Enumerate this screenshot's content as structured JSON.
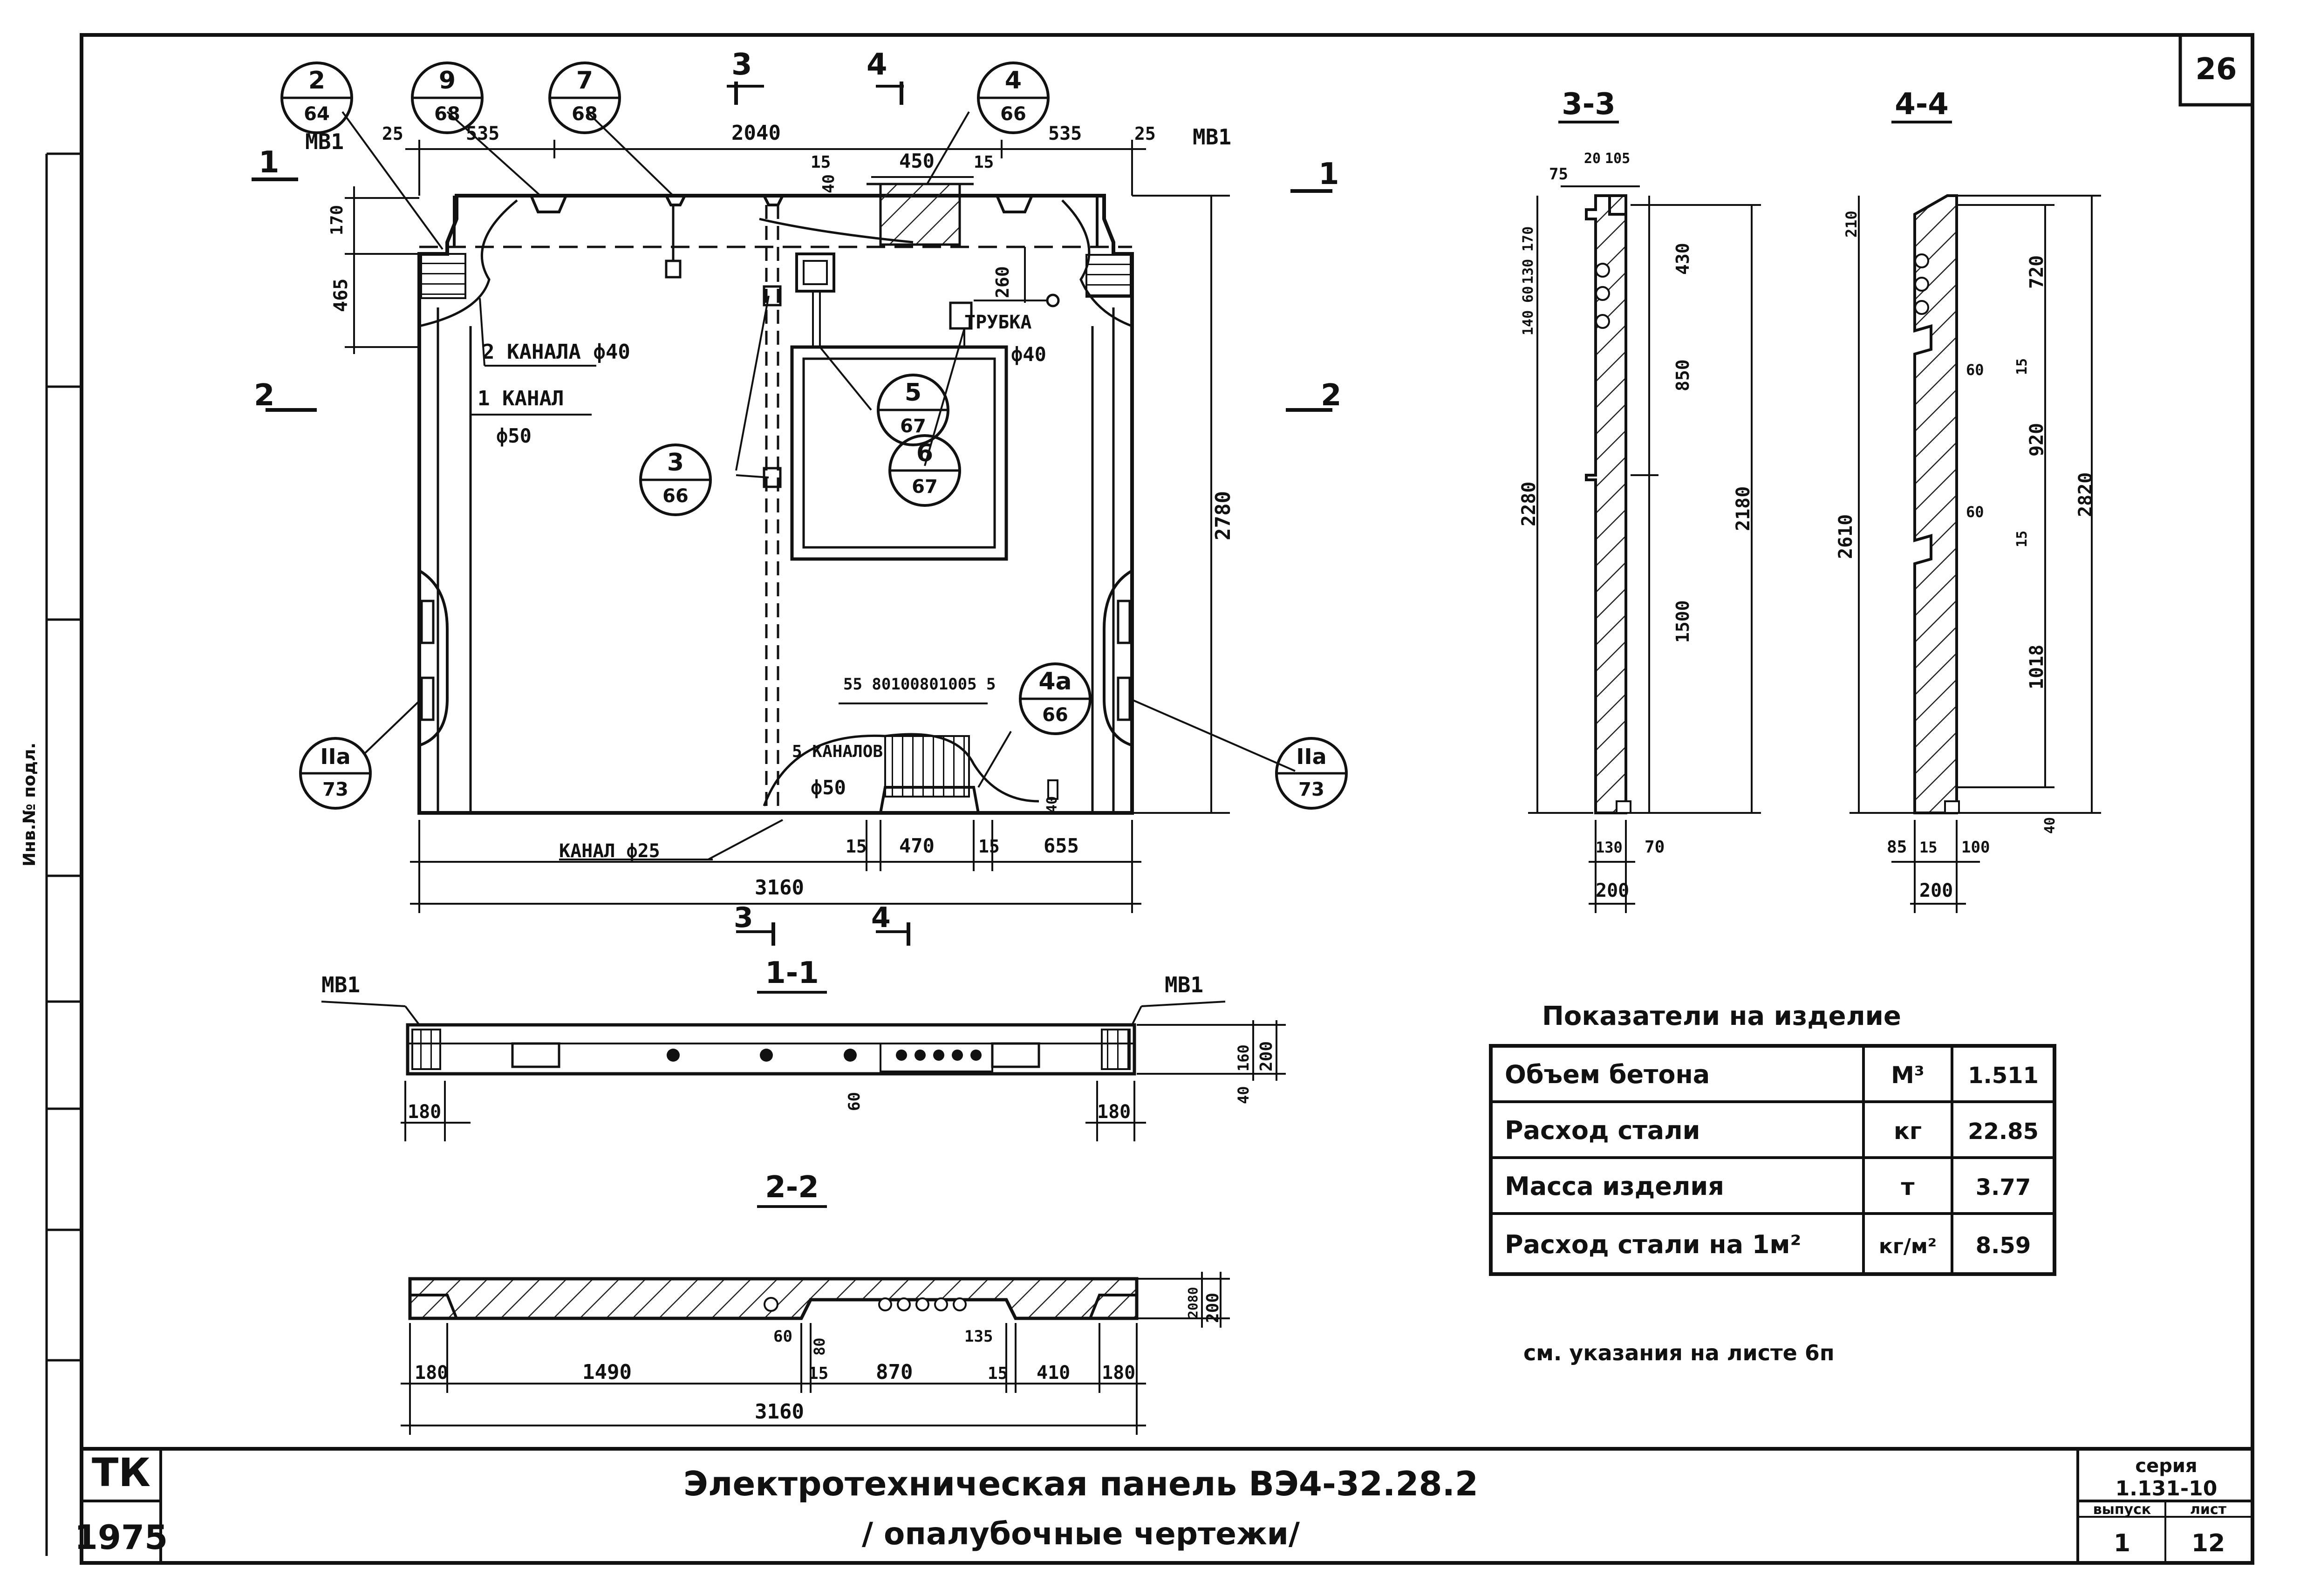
{
  "sheet": {
    "page_number": "26",
    "title_line1": "Электротехническая   панель   ВЭ4-32.28.2",
    "title_line2": "/ опалубочные чертежи/",
    "stamp_tk": "ТК",
    "stamp_year": "1975",
    "series_label": "серия",
    "series_value": "1.131-10",
    "issue_label": "выпуск",
    "issue_value": "1",
    "sheet_label": "лист",
    "sheet_value": "12",
    "side_text": "Инв.№ подл."
  },
  "elevation": {
    "mb_left": "МВ1",
    "mb_right": "МВ1",
    "dims": {
      "d25a": "25",
      "d535a": "535",
      "d2040": "2040",
      "d535b": "535",
      "d25b": "25",
      "d15a": "15",
      "d450": "450",
      "d15b": "15",
      "d40": "40",
      "d170": "170",
      "d465": "465",
      "d260": "260",
      "d2780": "2780",
      "d55": "55 80100801005 5",
      "d15c": "15",
      "d470": "470",
      "d15d": "15",
      "d655": "655",
      "d3160": "3160",
      "d40b": "40"
    },
    "labels": {
      "ch2": "2 КАНАЛА ф40",
      "ch1a": "1 КАНАЛ",
      "ch1b": "ф50",
      "tube_a": "ТРУБКА",
      "tube_b": "ф40",
      "ch5a": "5 КАНАЛОВ",
      "ch5b": "ф50",
      "ch25": "КАНАЛ ф25"
    },
    "callouts": [
      {
        "top": "2",
        "bottom": "64"
      },
      {
        "top": "9",
        "bottom": "68"
      },
      {
        "top": "7",
        "bottom": "68"
      },
      {
        "top": "4",
        "bottom": "66"
      },
      {
        "top": "5",
        "bottom": "67"
      },
      {
        "top": "6",
        "bottom": "67"
      },
      {
        "top": "3",
        "bottom": "66"
      },
      {
        "top": "4а",
        "bottom": "66"
      },
      {
        "top": "IIа",
        "bottom": "73"
      },
      {
        "top": "IIа",
        "bottom": "73"
      }
    ],
    "section_marks": {
      "s1l": "1",
      "s1r": "1",
      "s2l": "2",
      "s2r": "2",
      "s3t": "3",
      "s4t": "4",
      "s3b": "3",
      "s4b": "4"
    }
  },
  "sec33": {
    "title": "3-3",
    "dims": {
      "d75": "75",
      "d20": "20",
      "d105": "105",
      "d170": "170",
      "d130": "130",
      "d60": "60",
      "d140": "140",
      "d430": "430",
      "d850": "850",
      "d1500": "1500",
      "d2180": "2180",
      "d2280": "2280",
      "d130b": "130",
      "d70": "70",
      "d200": "200"
    }
  },
  "sec44": {
    "title": "4-4",
    "dims": {
      "d210": "210",
      "d720": "720",
      "d60a": "60",
      "d15a": "15",
      "d920": "920",
      "d60b": "60",
      "d15b": "15",
      "d1018": "1018",
      "d2610": "2610",
      "d2820": "2820",
      "d40": "40",
      "d85": "85",
      "d15": "15",
      "d100": "100",
      "d200": "200"
    }
  },
  "sec11": {
    "title": "1-1",
    "mb_left": "МВ1",
    "mb_right": "МВ1",
    "dims": {
      "d180a": "180",
      "d180b": "180",
      "d60": "60",
      "d160": "160",
      "d40": "40",
      "d200": "200"
    }
  },
  "sec22": {
    "title": "2-2",
    "dims": {
      "d180a": "180",
      "d1490": "1490",
      "d15a": "15",
      "d870": "870",
      "d15b": "15",
      "d410": "410",
      "d180b": "180",
      "d3160": "3160",
      "d60a": "60",
      "d80": "80",
      "d135": "135",
      "d2080": "2080",
      "d200": "200"
    }
  },
  "indicators": {
    "title": "Показатели на изделие",
    "rows": [
      {
        "name": "Объем бетона",
        "unit": "М³",
        "value": "1.511"
      },
      {
        "name": "Расход стали",
        "unit": "кг",
        "value": "22.85"
      },
      {
        "name": "Масса изделия",
        "unit": "т",
        "value": "3.77"
      },
      {
        "name": "Расход стали на 1м²",
        "unit": "кг/м²",
        "value": "8.59"
      }
    ],
    "note": "см. указания на листе 6п"
  }
}
